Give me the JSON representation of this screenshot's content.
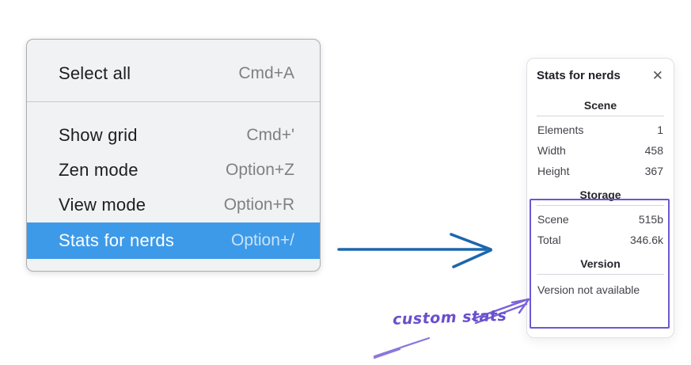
{
  "menu": {
    "items": [
      {
        "label": "Select all",
        "shortcut": "Cmd+A"
      },
      {
        "label": "Show grid",
        "shortcut": "Cmd+'"
      },
      {
        "label": "Zen mode",
        "shortcut": "Option+Z"
      },
      {
        "label": "View mode",
        "shortcut": "Option+R"
      },
      {
        "label": "Stats for nerds",
        "shortcut": "Option+/",
        "state": "highlighted"
      }
    ]
  },
  "stats_panel": {
    "title": "Stats for nerds",
    "close_icon": "✕",
    "sections": [
      {
        "header": "Scene",
        "rows": [
          {
            "label": "Elements",
            "value": "1"
          },
          {
            "label": "Width",
            "value": "458"
          },
          {
            "label": "Height",
            "value": "367"
          }
        ]
      },
      {
        "header": "Storage",
        "rows": [
          {
            "label": "Scene",
            "value": "515b"
          },
          {
            "label": "Total",
            "value": "346.6k"
          }
        ]
      },
      {
        "header": "Version",
        "note": "Version not available"
      }
    ]
  },
  "annotation": {
    "label": "custom stats"
  },
  "colors": {
    "menu_highlight": "#3d9ae9",
    "flow_arrow_blue": "#1c66ae",
    "annotation_purple": "#6c57d2"
  }
}
